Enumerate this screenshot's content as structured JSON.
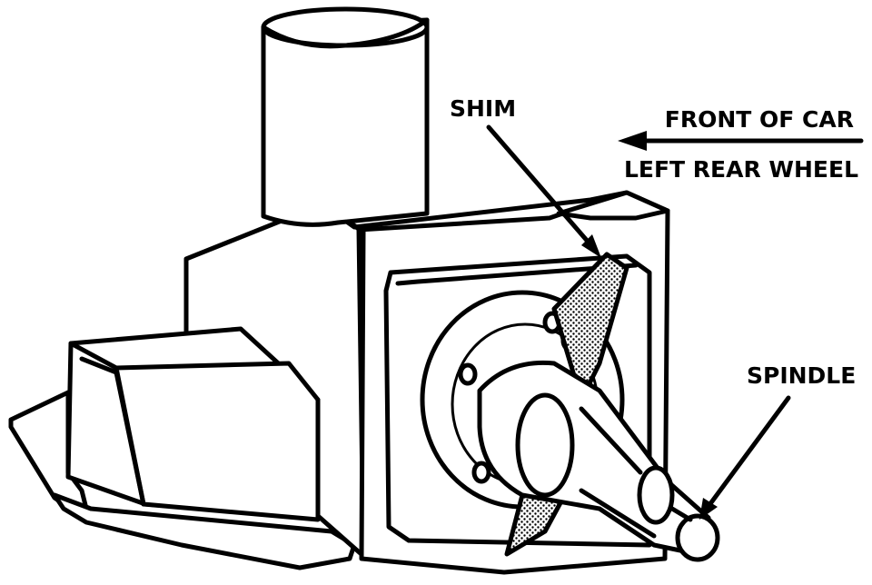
{
  "labels": {
    "shim": "SHIM",
    "front_of_car": "FRONT OF CAR",
    "left_rear_wheel": "LEFT REAR WHEEL",
    "spindle": "SPINDLE"
  },
  "colors": {
    "ink": "#000000",
    "paper": "#ffffff",
    "stipple": "#b3b3b3"
  }
}
